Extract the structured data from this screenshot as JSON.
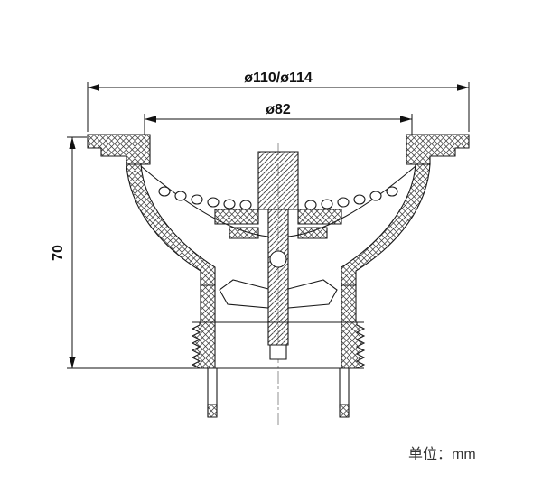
{
  "drawing": {
    "dimensions": {
      "outer_diameter": "ø110/ø114",
      "inner_diameter": "ø82",
      "height": "70"
    },
    "unit_label": "单位：mm"
  },
  "colors": {
    "line": "#1a1a1a",
    "hatch": "#3a3a3a",
    "text": "#111111",
    "background": "#ffffff"
  }
}
